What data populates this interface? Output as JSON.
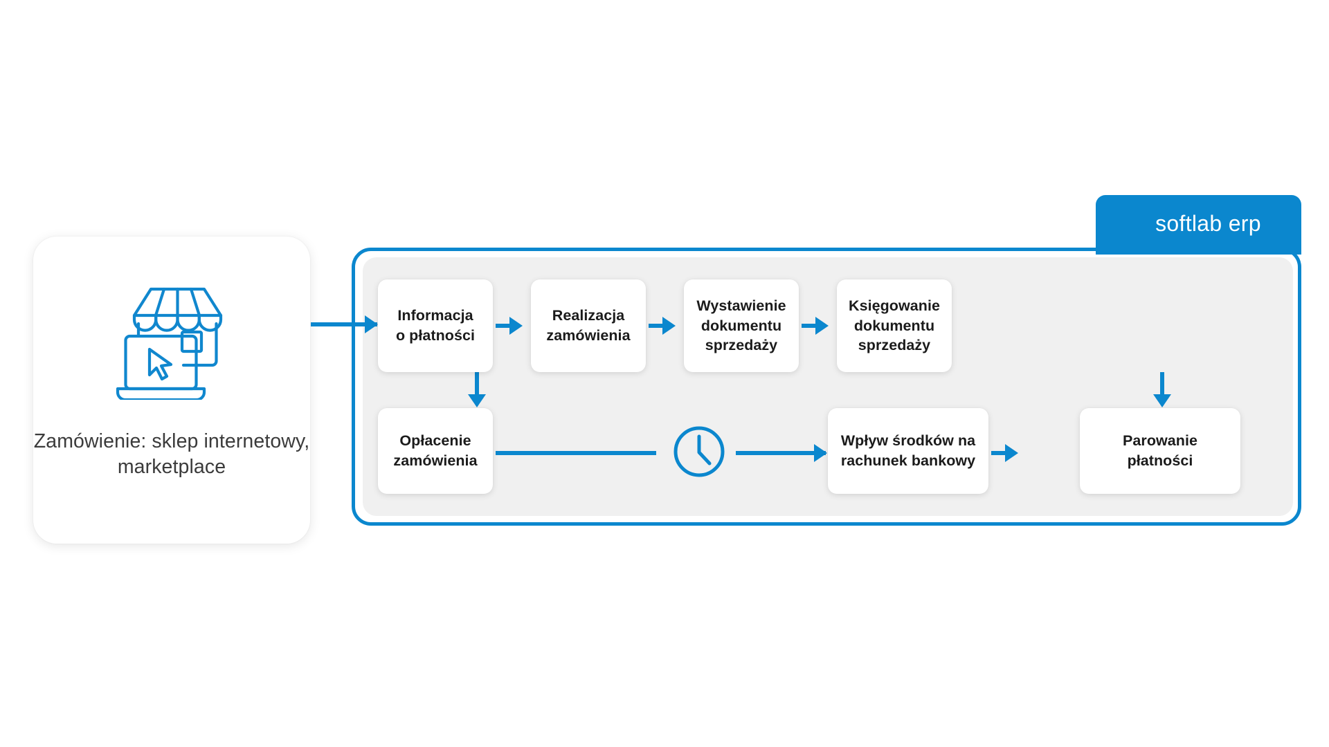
{
  "diagram": {
    "title_tab": {
      "label": "softlab erp",
      "color": "#0b87ce"
    },
    "source": {
      "icon": "online-shop-laptop-icon",
      "label": "Zamówienie:\nsklep internetowy,\nmarketplace"
    },
    "colors": {
      "brand_blue": "#0b87ce",
      "panel_gray": "#f0f0f0",
      "box_white": "#ffffff",
      "text_dark": "#1b1b1b",
      "text_gray": "#3b3b3b"
    },
    "row_top": [
      {
        "id": "informacja-o-platnosci",
        "label": "Informacja\no płatności"
      },
      {
        "id": "realizacja-zamowienia",
        "label": "Realizacja\nzamówienia"
      },
      {
        "id": "wystawienie-dokumentu",
        "label": "Wystawienie\ndokumentu\nsprzedaży"
      },
      {
        "id": "ksiegowanie-dokumentu",
        "label": "Księgowanie\ndokumentu\nsprzedaży"
      }
    ],
    "row_bottom": [
      {
        "id": "oplacenie-zamowienia",
        "label": "Opłacenie\nzamówienia"
      },
      {
        "id": "wplyw-srodkow",
        "label": "Wpływ środków na\nrachunek bankowy"
      },
      {
        "id": "parowanie-platnosci",
        "label": "Parowanie\npłatności"
      }
    ],
    "waiting_marker": {
      "icon": "clock-icon"
    }
  }
}
